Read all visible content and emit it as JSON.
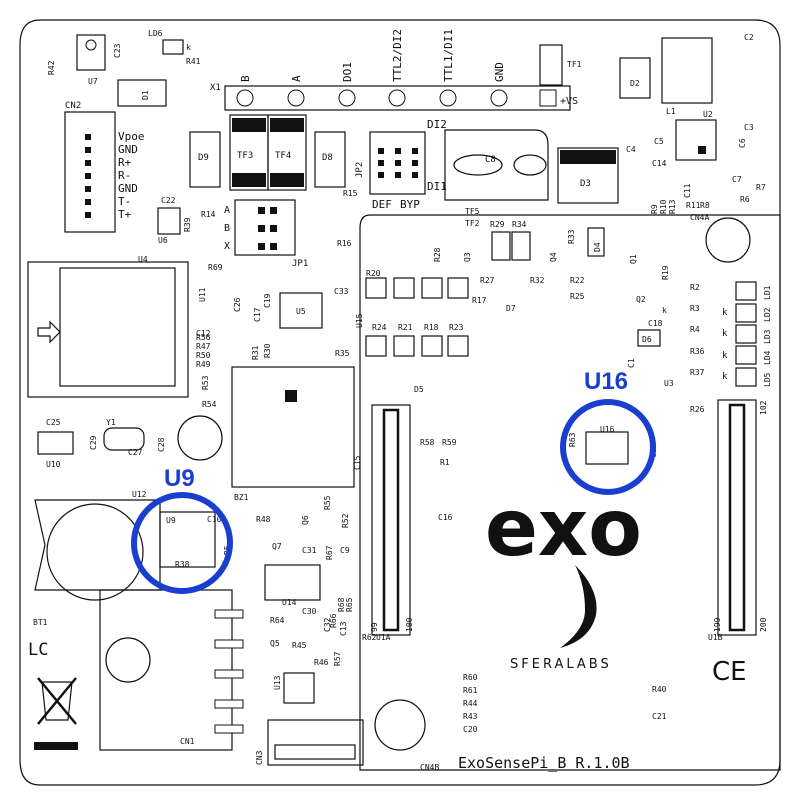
{
  "board": {
    "name": "ExoSensePi_B R.1.0B",
    "logo_text": "exo",
    "logo_sub": "SFERALABS",
    "ce_mark": "CE",
    "lc_mark": "LC"
  },
  "highlights": {
    "u16": "U16",
    "u9": "U9"
  },
  "x1": {
    "ref": "X1",
    "pins": [
      "B",
      "A",
      "DO1",
      "TTL2/DI2",
      "TTL1/DI1",
      "GND",
      "+VS"
    ]
  },
  "cn2": {
    "ref": "CN2",
    "pins": [
      "Vpoe",
      "GND",
      "R+",
      "R-",
      "GND",
      "T-",
      "T+"
    ]
  },
  "jp1": {
    "ref": "JP1",
    "rows": [
      "A",
      "B",
      "X"
    ]
  },
  "jp2": {
    "ref": "JP2",
    "labels": [
      "DEF",
      "BYP"
    ]
  },
  "connectors": {
    "cn1": "CN1",
    "cn3": "CN3",
    "cn4a": "CN4A",
    "cn4b": "CN4B",
    "u1a": "U1A",
    "u1b": "U1B",
    "bt1": "BT1",
    "bz1": "BZ1",
    "u1a_pins": [
      "100",
      "99"
    ],
    "u1b_pins": [
      "102",
      "200",
      "199"
    ]
  },
  "refs": {
    "top_left": [
      "R42",
      "U7",
      "C23",
      "LD6",
      "k",
      "R41",
      "D1"
    ],
    "tf_area": [
      "TF3",
      "TF4",
      "D9",
      "D8",
      "C8",
      "DI2",
      "DI1",
      "TF1",
      "D2",
      "L1",
      "U2",
      "C2",
      "C3",
      "C4",
      "C5",
      "C6",
      "C14",
      "D3",
      "C7",
      "R7",
      "R6",
      "R8",
      "R11",
      "R9",
      "R10",
      "R13",
      "C11",
      "R15",
      "R16",
      "R14",
      "TF5",
      "TF2"
    ],
    "left_mid": [
      "C22",
      "U6",
      "R39",
      "U4",
      "R69",
      "U11",
      "C26",
      "C12",
      "C19",
      "C17",
      "U5",
      "C33",
      "U15",
      "R56",
      "R47",
      "R50",
      "R49",
      "R53",
      "R54",
      "R31",
      "R30",
      "R35",
      "R20",
      "R17",
      "R24",
      "R21",
      "R18",
      "R23",
      "D5"
    ],
    "center": [
      "R28",
      "Q3",
      "R29",
      "R34",
      "R27",
      "R32",
      "D7",
      "R33",
      "D4",
      "Q4",
      "Q1",
      "R19",
      "R22",
      "R25",
      "Q2",
      "C18",
      "D6",
      "C1",
      "U3",
      "k"
    ],
    "right": [
      "R2",
      "R3",
      "R4",
      "R36",
      "R37",
      "R26",
      "LD1",
      "LD2",
      "LD3",
      "LD4",
      "LD5",
      "k",
      "k",
      "k",
      "k"
    ],
    "lower_left": [
      "C25",
      "Y1",
      "C29",
      "C28",
      "U10",
      "C27",
      "U12",
      "C10",
      "R38",
      "R5",
      "Q7",
      "R48",
      "Q6",
      "R55",
      "R52",
      "C31",
      "C9",
      "U14",
      "R64",
      "C30",
      "R67",
      "R68",
      "R65",
      "R66",
      "C32",
      "C13",
      "R62",
      "Q5",
      "R45",
      "R46",
      "R57",
      "U13",
      "C15"
    ],
    "lower_center": [
      "R58",
      "R59",
      "R1",
      "C16",
      "R63",
      "C34",
      "R60",
      "R61",
      "R44",
      "R43",
      "C20",
      "R40",
      "C21"
    ]
  }
}
